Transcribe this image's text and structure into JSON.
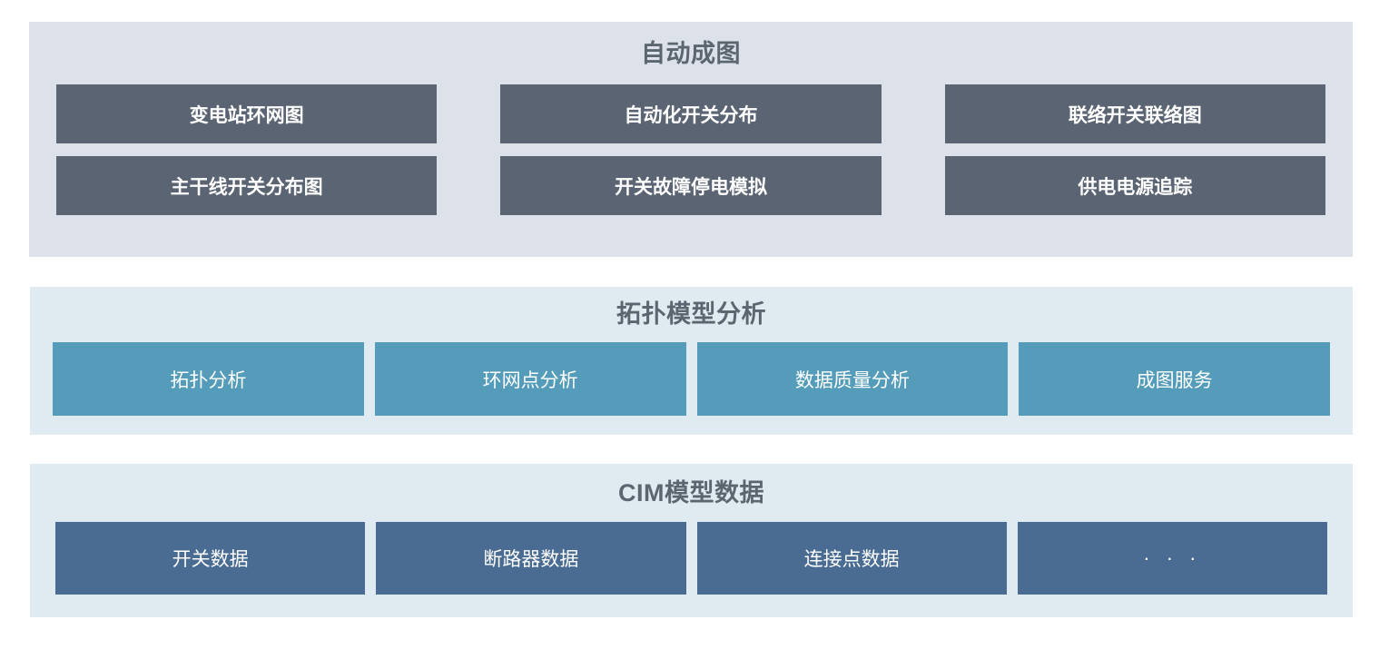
{
  "sections": [
    {
      "id": "automapping",
      "title": "自动成图",
      "panel_color": "#dde1e9",
      "tile_color": "#5b6472",
      "title_color": "#5b6670",
      "rows": [
        [
          {
            "label": "变电站环网图"
          },
          {
            "label": "自动化开关分布"
          },
          {
            "label": "联络开关联络图"
          }
        ],
        [
          {
            "label": "主干线开关分布图"
          },
          {
            "label": "开关故障停电模拟"
          },
          {
            "label": "供电电源追踪"
          }
        ]
      ]
    },
    {
      "id": "topology",
      "title": "拓扑模型分析",
      "panel_color": "#dfebf1",
      "tile_color": "#549cba",
      "title_color": "#5b6670",
      "tiles": [
        {
          "label": "拓扑分析"
        },
        {
          "label": "环网点分析"
        },
        {
          "label": "数据质量分析"
        },
        {
          "label": "成图服务"
        }
      ]
    },
    {
      "id": "cim",
      "title": "CIM模型数据",
      "panel_color": "#dfebf1",
      "tile_color": "#4a6b92",
      "title_color": "#5b6670",
      "tiles": [
        {
          "label": "开关数据"
        },
        {
          "label": "断路器数据"
        },
        {
          "label": "连接点数据"
        },
        {
          "label": "· · ·"
        }
      ]
    }
  ]
}
